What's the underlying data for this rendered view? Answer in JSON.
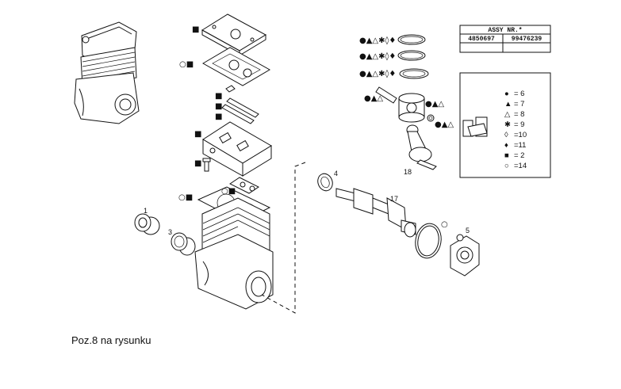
{
  "caption": "Poz.8 na rysunku",
  "assy_table": {
    "header": "ASSY NR.*",
    "values": [
      "4850697",
      "99476239"
    ]
  },
  "part_labels": {
    "p1": "1",
    "p3": "3",
    "p4": "4",
    "p5": "5",
    "p17": "17",
    "p18": "18"
  },
  "kit_symbols": {
    "ring1": "●▲△✱◊♦",
    "ring2": "●▲△✱◊♦",
    "ring3": "●▲△✱◊♦",
    "pin": "●▲△",
    "piston": "●▲△",
    "clip": "●▲△",
    "head_cover": "■",
    "gasket_top": "○■",
    "valve_plate": "■",
    "reed": "■",
    "head_gasket": "○■",
    "bolt": "■",
    "cylinder_gasket": "○■",
    "seal5": "○"
  },
  "legend": [
    {
      "symbol": "●",
      "value": "= 6"
    },
    {
      "symbol": "▲",
      "value": "= 7"
    },
    {
      "symbol": "△",
      "value": "= 8"
    },
    {
      "symbol": "✱",
      "value": "= 9"
    },
    {
      "symbol": "◊",
      "value": "=10"
    },
    {
      "symbol": "♦",
      "value": "=11"
    },
    {
      "symbol": "■",
      "value": "= 2"
    },
    {
      "symbol": "○",
      "value": "=14"
    }
  ]
}
